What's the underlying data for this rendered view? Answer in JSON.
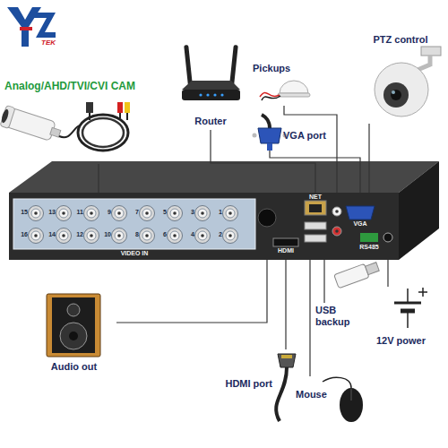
{
  "diagram": {
    "nodes": [
      {
        "text": [
          "Analog/AHD/TVI/CVI CAM"
        ]
      },
      {
        "text": [
          "Router"
        ]
      },
      {
        "text": [
          "Pickups"
        ]
      },
      {
        "text": [
          "PTZ control"
        ]
      },
      {
        "text": [
          "VGA port"
        ]
      },
      {
        "text": [
          "VIDEO IN",
          "NET",
          "HDMI",
          "VGA",
          "RS485"
        ]
      },
      {
        "text": [
          "USB backup"
        ]
      },
      {
        "text": [
          "12V power"
        ]
      },
      {
        "text": [
          "Audio out"
        ]
      },
      {
        "text": [
          "HDMI port"
        ]
      },
      {
        "text": [
          "Mouse"
        ]
      }
    ],
    "edges": [
      {
        "from": 0,
        "to": 5,
        "arrow": "none"
      },
      {
        "from": 1,
        "to": 5,
        "arrow": "none"
      },
      {
        "from": 2,
        "to": 5,
        "arrow": "none"
      },
      {
        "from": 3,
        "to": 5,
        "arrow": "none"
      },
      {
        "from": 4,
        "to": 5,
        "arrow": "none"
      },
      {
        "from": 6,
        "to": 5,
        "arrow": "none"
      },
      {
        "from": 7,
        "to": 5,
        "arrow": "none"
      },
      {
        "from": 8,
        "to": 5,
        "arrow": "none"
      },
      {
        "from": 9,
        "to": 5,
        "arrow": "none"
      },
      {
        "from": 10,
        "to": 5,
        "arrow": "none"
      }
    ],
    "labels": [
      "TEK",
      "15",
      "13",
      "11",
      "9",
      "7",
      "5",
      "3",
      "1",
      "16",
      "14",
      "12",
      "10",
      "8",
      "6",
      "4",
      "2"
    ]
  }
}
